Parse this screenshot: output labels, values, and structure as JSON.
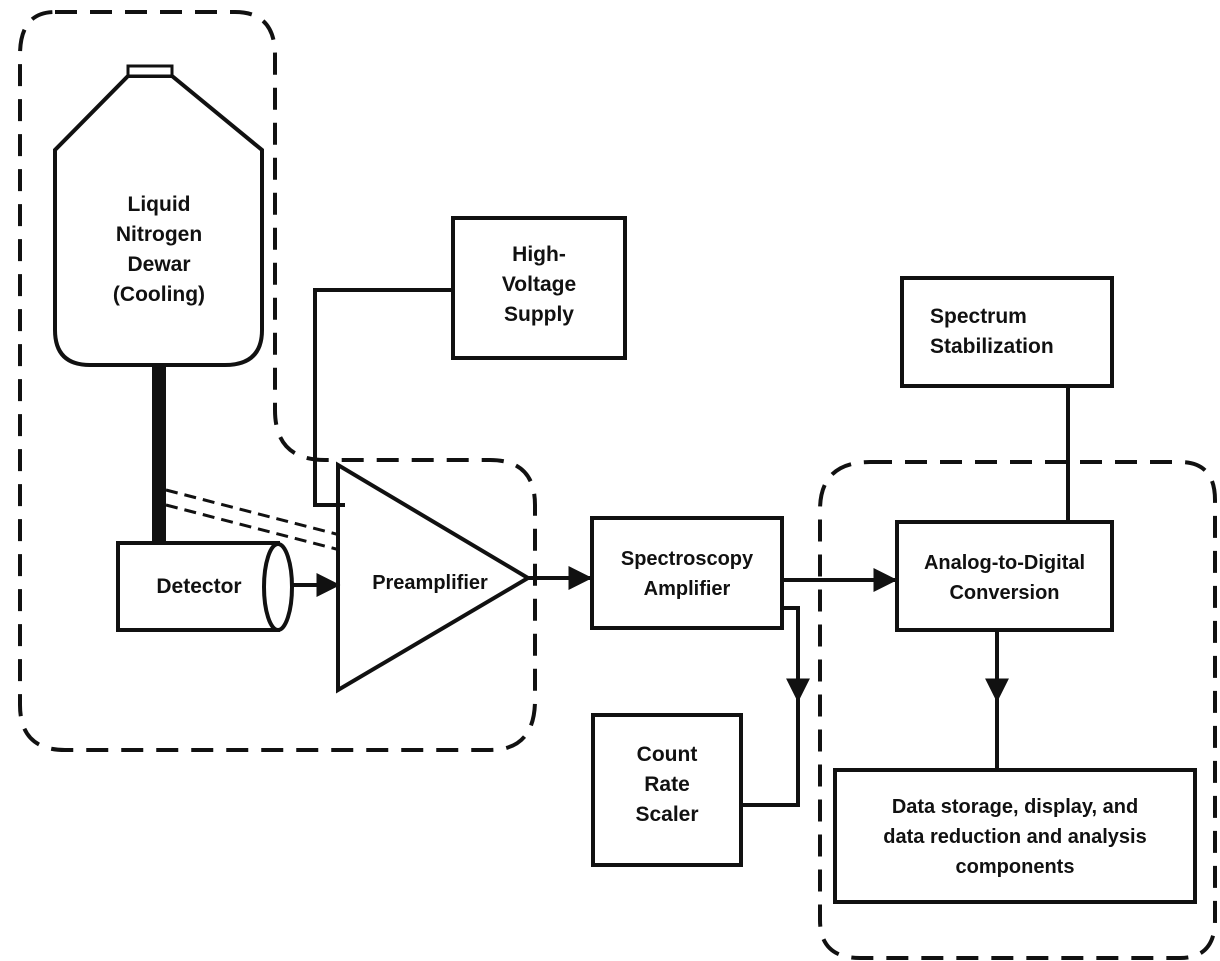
{
  "labels": {
    "dewar": [
      "Liquid",
      "Nitrogen",
      "Dewar",
      "(Cooling)"
    ],
    "high_voltage": [
      "High-",
      "Voltage",
      "Supply"
    ],
    "spectrum_stabilization": [
      "Spectrum",
      "Stabilization"
    ],
    "detector": "Detector",
    "preamplifier": "Preamplifier",
    "spectroscopy_amplifier": [
      "Spectroscopy",
      "Amplifier"
    ],
    "adc": [
      "Analog-to-Digital",
      "Conversion"
    ],
    "count_rate_scaler": [
      "Count",
      "Rate",
      "Scaler"
    ],
    "data_storage": [
      "Data storage, display, and",
      "data reduction and analysis",
      "components"
    ]
  },
  "colors": {
    "ink": "#111111",
    "background": "#ffffff"
  }
}
